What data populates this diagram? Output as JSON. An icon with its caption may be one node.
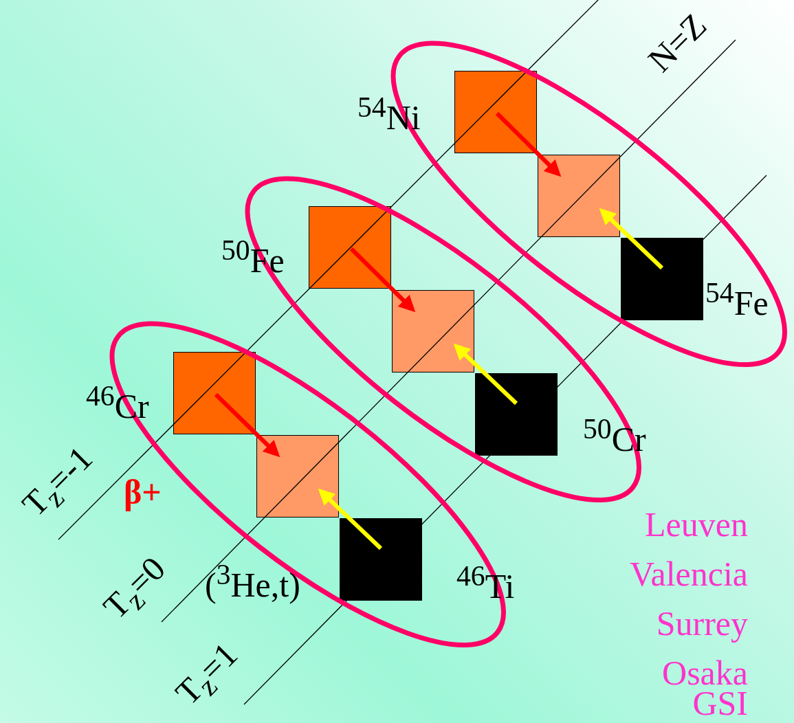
{
  "diagram": {
    "nodes": [
      {
        "text": [],
        "shape": "ellipse"
      },
      {
        "text": [
          "$^{54}$Ni"
        ],
        "in": 0
      },
      {
        "text": [],
        "shape": "box",
        "in": 0
      },
      {
        "text": [
          "$^{54}$Fe"
        ],
        "in": 0
      },
      {
        "text": [],
        "shape": "ellipse"
      },
      {
        "text": [
          "$^{50}$Fe"
        ],
        "in": 4
      },
      {
        "text": [],
        "shape": "box",
        "in": 4
      },
      {
        "text": [
          "$^{50}$Cr"
        ],
        "in": 4
      },
      {
        "text": [],
        "shape": "ellipse"
      },
      {
        "text": [
          "$^{46}$Cr"
        ],
        "in": 8
      },
      {
        "text": [],
        "shape": "box",
        "in": 8
      },
      {
        "text": [
          "$^{46}$Ti"
        ],
        "in": 8
      }
    ],
    "edges": [
      {
        "from": 1,
        "to": 2,
        "arrow": "to",
        "color": "#ff0000"
      },
      {
        "from": 3,
        "to": 2,
        "arrow": "to",
        "color": "#ffff00"
      },
      {
        "from": 5,
        "to": 6,
        "arrow": "to",
        "color": "#ff0000"
      },
      {
        "from": 7,
        "to": 6,
        "arrow": "to",
        "color": "#ffff00"
      },
      {
        "from": 9,
        "to": 10,
        "arrow": "to",
        "color": "#ff0000"
      },
      {
        "from": 11,
        "to": 10,
        "arrow": "to",
        "color": "#ffff00"
      }
    ],
    "labels": [
      "N=Z",
      "T$_{z}$=-1",
      "β+",
      "T$_{z}$=0",
      "($^{3}$He,t)",
      "T$_{z}$=1",
      "Leuven",
      "Valencia",
      "Surrey",
      "Osaka",
      "GSI"
    ]
  }
}
